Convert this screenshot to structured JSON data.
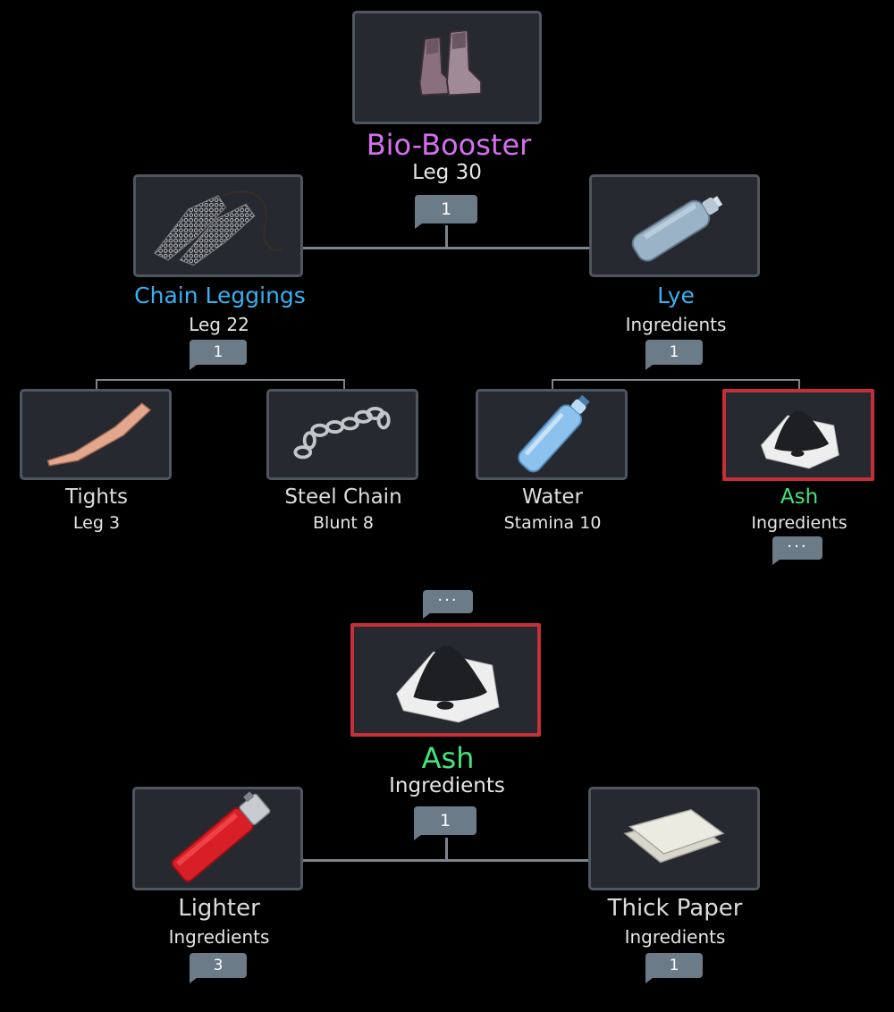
{
  "tree": {
    "root": {
      "name": "Bio-Booster",
      "sub": "Leg 30",
      "qty": "1",
      "name_color": "#d470ee",
      "icon": "boots-icon"
    },
    "left": {
      "name": "Chain Leggings",
      "sub": "Leg 22",
      "qty": "1",
      "name_color": "#36b2f2",
      "icon": "chain-leggings-icon"
    },
    "right": {
      "name": "Lye",
      "sub": "Ingredients",
      "qty": "1",
      "name_color": "#36b2f2",
      "icon": "bottle-icon"
    },
    "tights": {
      "name": "Tights",
      "sub": "Leg 3",
      "name_color": "#dddddd",
      "icon": "tights-icon"
    },
    "steel_chain": {
      "name": "Steel Chain",
      "sub": "Blunt 8",
      "name_color": "#dddddd",
      "icon": "chain-icon"
    },
    "water": {
      "name": "Water",
      "sub": "Stamina 10",
      "name_color": "#dddddd",
      "icon": "water-bottle-icon"
    },
    "ash_small": {
      "name": "Ash",
      "sub": "Ingredients",
      "more": "···",
      "name_color": "#44e47a",
      "icon": "ash-pile-icon"
    }
  },
  "subtree": {
    "more": "···",
    "ash": {
      "name": "Ash",
      "sub": "Ingredients",
      "qty": "1",
      "name_color": "#44e47a",
      "icon": "ash-pile-icon"
    },
    "lighter": {
      "name": "Lighter",
      "sub": "Ingredients",
      "qty": "3",
      "name_color": "#dddddd",
      "icon": "lighter-icon"
    },
    "thick_paper": {
      "name": "Thick Paper",
      "sub": "Ingredients",
      "qty": "1",
      "name_color": "#dddddd",
      "icon": "paper-icon"
    }
  }
}
